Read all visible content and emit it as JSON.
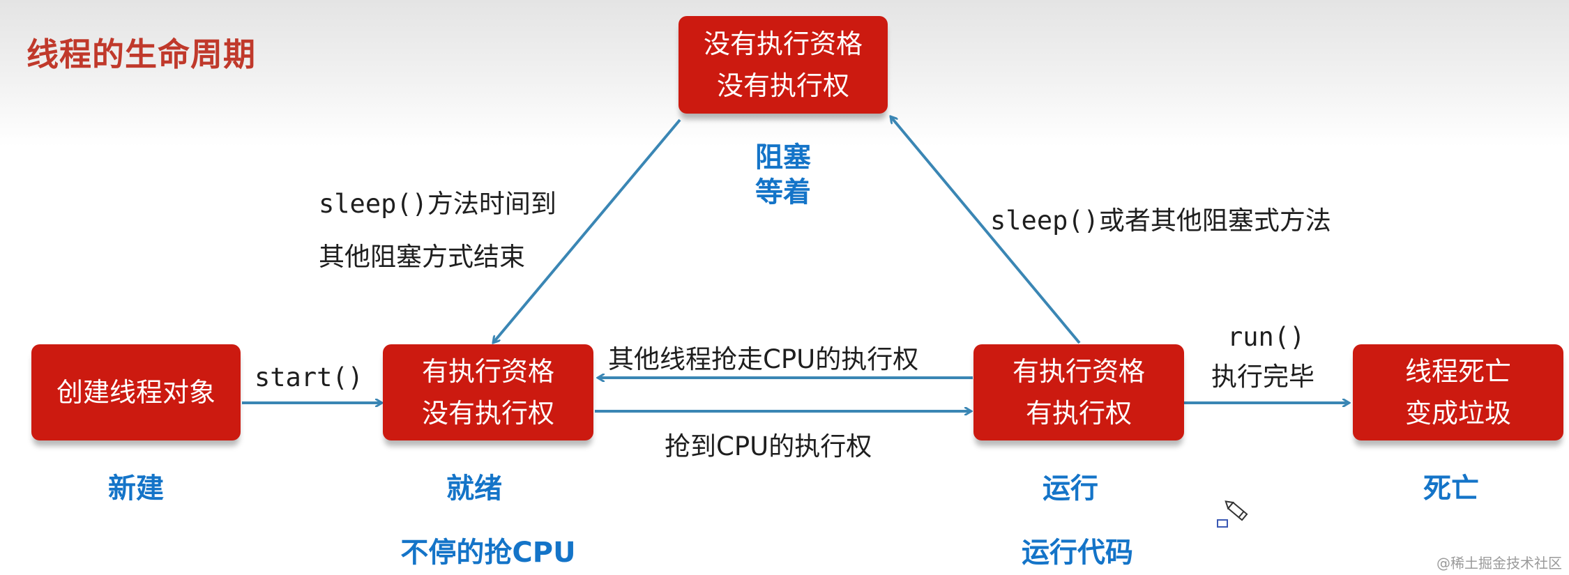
{
  "title": "线程的生命周期",
  "states": {
    "new": {
      "lines": [
        "创建线程对象"
      ],
      "name": "新建"
    },
    "ready": {
      "lines": [
        "有执行资格",
        "没有执行权"
      ],
      "name": "就绪",
      "desc": "不停的抢CPU"
    },
    "running": {
      "lines": [
        "有执行资格",
        "有执行权"
      ],
      "name": "运行",
      "desc": "运行代码"
    },
    "blocked": {
      "lines": [
        "没有执行资格",
        "没有执行权"
      ],
      "name": "阻塞",
      "desc": "等着"
    },
    "dead": {
      "lines": [
        "线程死亡",
        "变成垃圾"
      ],
      "name": "死亡"
    }
  },
  "transitions": {
    "new_to_ready": "start()",
    "ready_to_running": "抢到CPU的执行权",
    "running_to_ready": "其他线程抢走CPU的执行权",
    "running_to_blocked": "sleep()或者其他阻塞式方法",
    "blocked_to_ready_1": "sleep()方法时间到",
    "blocked_to_ready_2": "其他阻塞方式结束",
    "running_to_dead_1": "run()",
    "running_to_dead_2": "执行完毕"
  },
  "watermark": "@稀土掘金技术社区",
  "colors": {
    "box": "#cc1a10",
    "arrow": "#3a86b4",
    "state_label": "#1474c8",
    "title": "#c0392b"
  },
  "icons": [
    "pencil-cursor-icon"
  ]
}
